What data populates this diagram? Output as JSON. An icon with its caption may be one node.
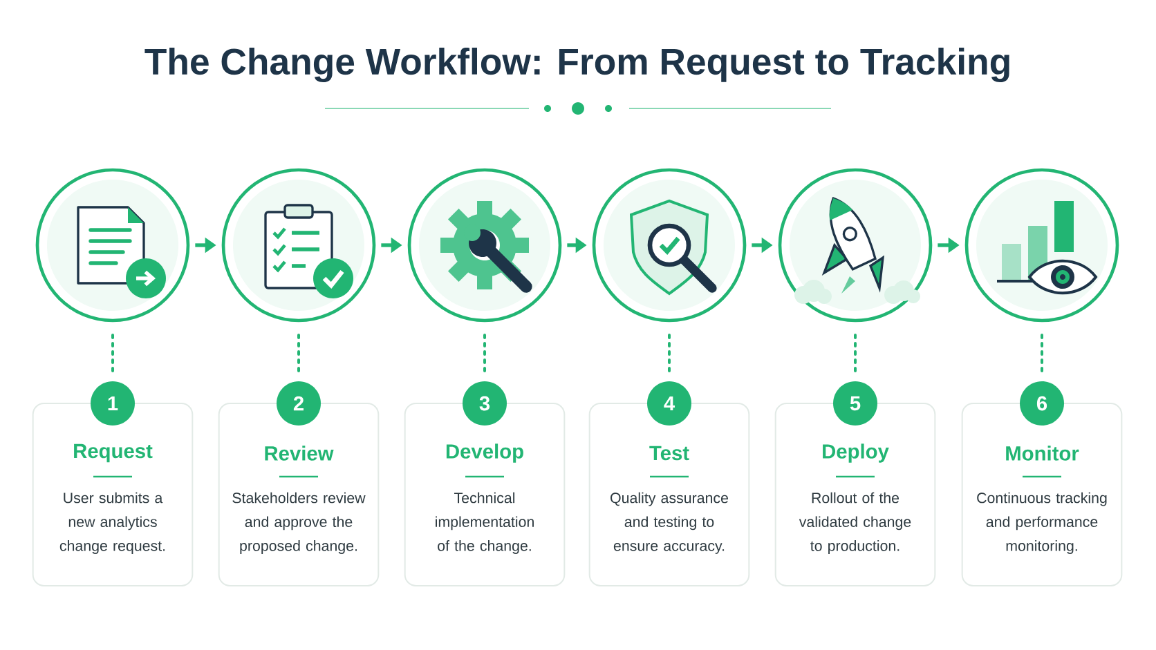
{
  "diagram": {
    "title": "The Change Workflow: From Request to Tracking",
    "nodes": [
      {
        "text": [],
        "shape": "circle"
      },
      {
        "text": [],
        "shape": "circle"
      },
      {
        "text": [],
        "shape": "circle"
      },
      {
        "text": [],
        "shape": "circle"
      },
      {
        "text": [],
        "shape": "circle"
      },
      {
        "text": [],
        "shape": "circle"
      },
      {
        "text": [
          "1"
        ]
      },
      {
        "text": [
          "2"
        ]
      },
      {
        "text": [
          "3"
        ]
      },
      {
        "text": [
          "4"
        ]
      },
      {
        "text": [
          "5"
        ]
      },
      {
        "text": [
          "6"
        ]
      },
      {
        "text": [
          "Request",
          "User submits a new analytics change request."
        ]
      },
      {
        "text": [
          "Review",
          "Stakeholders review and approve the proposed change."
        ]
      },
      {
        "text": [
          "Develop",
          "Technical implementation of the change."
        ]
      },
      {
        "text": [
          "Test",
          "Quality assurance and testing to ensure accuracy."
        ]
      },
      {
        "text": [
          "Deploy",
          "Rollout of the validated change to production."
        ]
      },
      {
        "text": [
          "Monitor",
          "Continuous tracking and performance monitoring."
        ]
      }
    ],
    "edges": [
      {
        "from": 0,
        "to": 1,
        "arrow": "to"
      },
      {
        "from": 1,
        "to": 2,
        "arrow": "to"
      },
      {
        "from": 2,
        "to": 3,
        "arrow": "to"
      },
      {
        "from": 3,
        "to": 4,
        "arrow": "to"
      },
      {
        "from": 4,
        "to": 5,
        "arrow": "to"
      },
      {
        "from": 0,
        "to": 6,
        "arrow": "none",
        "style": "dashed"
      },
      {
        "from": 1,
        "to": 7,
        "arrow": "none",
        "style": "dashed"
      },
      {
        "from": 2,
        "to": 8,
        "arrow": "none",
        "style": "dashed"
      },
      {
        "from": 3,
        "to": 9,
        "arrow": "none",
        "style": "dashed"
      },
      {
        "from": 4,
        "to": 10,
        "arrow": "none",
        "style": "dashed"
      },
      {
        "from": 5,
        "to": 11,
        "arrow": "none",
        "style": "dashed"
      }
    ]
  }
}
